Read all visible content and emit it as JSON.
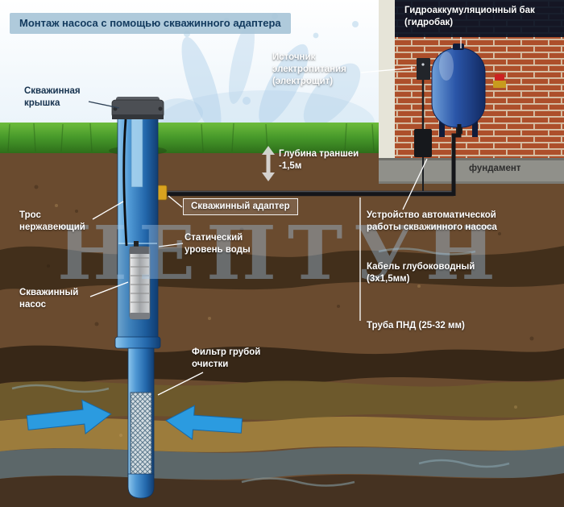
{
  "title": "Монтаж насоса с помощью скважинного адаптера",
  "watermark": "НЕПТУН",
  "labels": {
    "tank": "Гидроаккумуляционный бак (гидробак)",
    "power_source": "Источник электропитания (электрощит)",
    "trench_depth_line1": "Глубина траншеи",
    "trench_depth_line2": "-1,5м",
    "foundation": "фундамент",
    "well_cap": "Скважинная крышка",
    "well_adapter": "Скважинный адаптер",
    "static_water_level": "Статический уровень воды",
    "stainless_cable": "Трос нержавеющий",
    "well_pump": "Скважинный насос",
    "coarse_filter": "Фильтр грубой очистки",
    "auto_control": "Устройство автоматической работы скважинного насоса",
    "deep_cable": "Кабель глубоководный (3х1,5мм)",
    "hdpe_pipe": "Труба ПНД (25-32 мм)"
  },
  "colors": {
    "well_blue": "#2a6db5",
    "tank_blue": "#2a55a8",
    "brick_red": "#ad4f2b",
    "grass_green": "#46982a",
    "soil_brown": "#6a4b2f",
    "flow_arrow_blue": "#2b9be0",
    "adapter_brass": "#d9a31f"
  }
}
